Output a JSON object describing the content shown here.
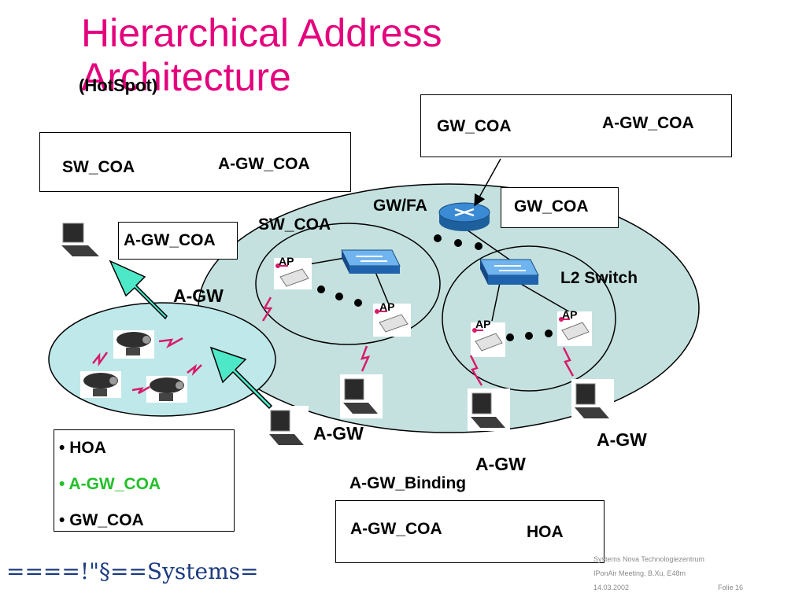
{
  "slide": {
    "title": "Hierarchical Address Architecture",
    "subtitle": "(HotSpot)"
  },
  "boxes": {
    "top_left": {
      "left": "SW_COA",
      "right": "A-GW_COA"
    },
    "top_right": {
      "left": "GW_COA",
      "right": "A-GW_COA"
    },
    "bottom": {
      "left": "A-GW_COA",
      "right": "HOA"
    },
    "gw_coa": "GW_COA",
    "agw_coa": "A-GW_COA"
  },
  "diagram_labels": {
    "gw_fa": "GW/FA",
    "sw_coa": "SW_COA",
    "l2_switch": "L2 Switch",
    "ap": "AP",
    "a_gw": "A-GW",
    "a_gw_binding": "A-GW_Binding"
  },
  "legend": {
    "items": [
      {
        "text": "HOA",
        "color": "#000000"
      },
      {
        "text": "A-GW_COA",
        "color": "#22c02a"
      },
      {
        "text": "GW_COA",
        "color": "#000000"
      }
    ]
  },
  "colors": {
    "title": "#e4007c",
    "big_cloud": "#c4e1df",
    "left_cloud": "#bfe8ea",
    "arrow": "#4de8c8",
    "wireless": "#d81b6a",
    "switch": "#2b7fd4",
    "router": "#2a78c2"
  },
  "footer": {
    "logo": "====!\"§==Systems=",
    "line1": "Systems Nova Technologiezentrum",
    "line2": "IPonAir Meeting, B.Xu, E48m",
    "date": "14.03.2002",
    "page": "Folie 16"
  }
}
